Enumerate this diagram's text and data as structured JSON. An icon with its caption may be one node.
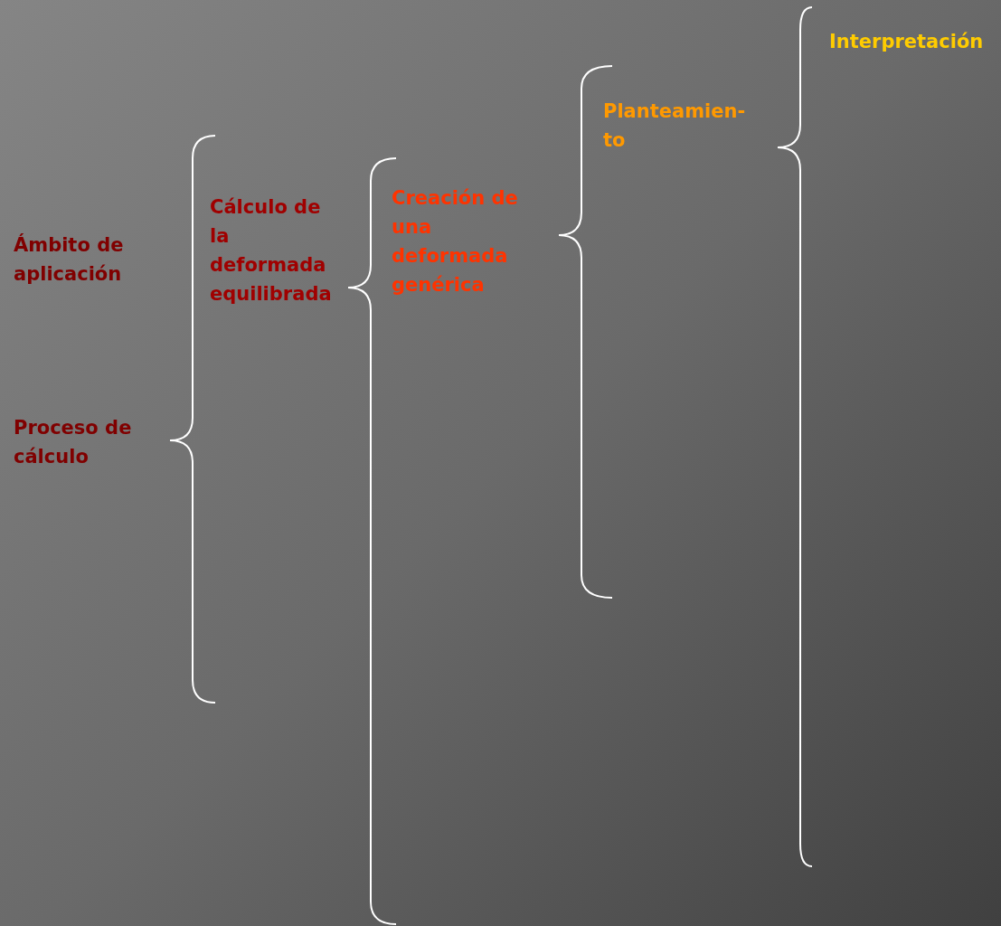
{
  "diagram": {
    "labels": [
      "Ámbito de aplicación",
      "Proceso de cálculo",
      "Cálculo de la deformada equilibrada",
      "Creación de una deformada genérica",
      "Planteamien-to",
      "Interpretación"
    ]
  }
}
